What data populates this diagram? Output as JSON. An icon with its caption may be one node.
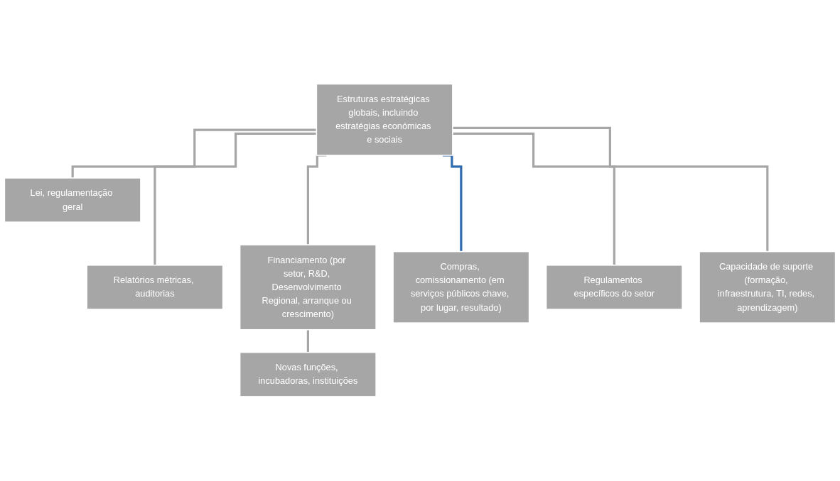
{
  "diagram": {
    "nodes": [
      {
        "text": [
          "Estruturas estratégicas globais, incluindo estratégias económicas e sociais"
        ]
      },
      {
        "text": [
          "Lei, regulamentação geral"
        ]
      },
      {
        "text": [
          "Relatórios métricas, auditorias"
        ]
      },
      {
        "text": [
          "Financiamento (por setor, R&D, Desenvolvimento Regional, arranque ou crescimento)"
        ]
      },
      {
        "text": [
          "Compras, comissionamento (em serviços públicos chave, por lugar, resultado)"
        ]
      },
      {
        "text": [
          "Regulamentos específicos do setor"
        ]
      },
      {
        "text": [
          "Capacidade de suporte (formação, infraestrutura, TI, redes, aprendizagem)"
        ]
      },
      {
        "text": [
          "Novas funções, incubadoras, instituições"
        ]
      }
    ],
    "edges": [
      {
        "from": 0,
        "to": 1,
        "arrow": "none"
      },
      {
        "from": 0,
        "to": 2,
        "arrow": "none"
      },
      {
        "from": 0,
        "to": 3,
        "arrow": "none"
      },
      {
        "from": 0,
        "to": 4,
        "arrow": "none",
        "color": "#2e6bb0"
      },
      {
        "from": 0,
        "to": 5,
        "arrow": "none"
      },
      {
        "from": 0,
        "to": 6,
        "arrow": "none"
      },
      {
        "from": 3,
        "to": 7,
        "arrow": "none"
      }
    ]
  }
}
